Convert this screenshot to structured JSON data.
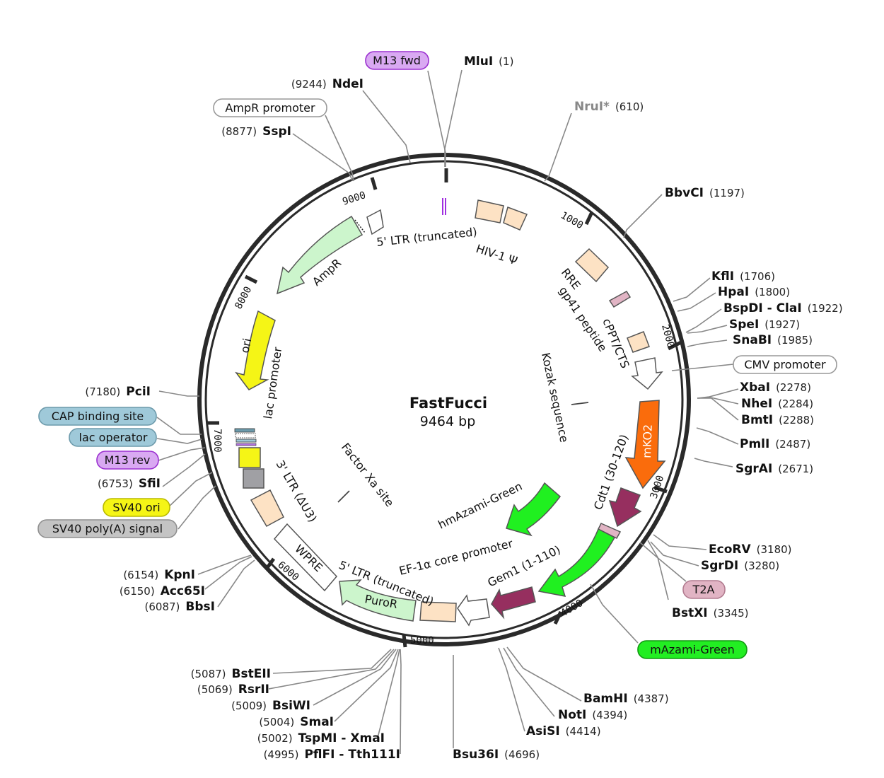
{
  "plasmid": {
    "name": "FastFucci",
    "size": "9464 bp"
  },
  "ticks": [
    "1000",
    "2000",
    "3000",
    "4000",
    "5000",
    "6000",
    "7000",
    "8000",
    "9000"
  ],
  "sites_right": [
    {
      "name": "MluI",
      "pos": "(1)"
    },
    {
      "name": "NruI*",
      "pos": "(610)"
    },
    {
      "name": "BbvCI",
      "pos": "(1197)"
    },
    {
      "name": "KflI",
      "pos": "(1706)"
    },
    {
      "name": "HpaI",
      "pos": "(1800)"
    },
    {
      "name": "BspDI - ClaI",
      "pos": "(1922)"
    },
    {
      "name": "SpeI",
      "pos": "(1927)"
    },
    {
      "name": "SnaBI",
      "pos": "(1985)"
    },
    {
      "name": "XbaI",
      "pos": "(2278)"
    },
    {
      "name": "NheI",
      "pos": "(2284)"
    },
    {
      "name": "BmtI",
      "pos": "(2288)"
    },
    {
      "name": "PmlI",
      "pos": "(2487)"
    },
    {
      "name": "SgrAI",
      "pos": "(2671)"
    },
    {
      "name": "EcoRV",
      "pos": "(3180)"
    },
    {
      "name": "SgrDI",
      "pos": "(3280)"
    },
    {
      "name": "BstXI",
      "pos": "(3345)"
    },
    {
      "name": "BamHI",
      "pos": "(4387)"
    },
    {
      "name": "NotI",
      "pos": "(4394)"
    },
    {
      "name": "AsiSI",
      "pos": "(4414)"
    },
    {
      "name": "Bsu36I",
      "pos": "(4696)"
    }
  ],
  "sites_left": [
    {
      "name": "NdeI",
      "pos": "(9244)"
    },
    {
      "name": "SspI",
      "pos": "(8877)"
    },
    {
      "name": "PciI",
      "pos": "(7180)"
    },
    {
      "name": "SfiI",
      "pos": "(6753)"
    },
    {
      "name": "KpnI",
      "pos": "(6154)"
    },
    {
      "name": "Acc65I",
      "pos": "(6150)"
    },
    {
      "name": "BbsI",
      "pos": "(6087)"
    },
    {
      "name": "BstEII",
      "pos": "(5087)"
    },
    {
      "name": "RsrII",
      "pos": "(5069)"
    },
    {
      "name": "BsiWI",
      "pos": "(5009)"
    },
    {
      "name": "SmaI",
      "pos": "(5004)"
    },
    {
      "name": "TspMI - XmaI",
      "pos": "(5002)"
    },
    {
      "name": "PflFI - Tth111I",
      "pos": "(4995)"
    }
  ],
  "boxed_labels": [
    {
      "text": "M13 fwd",
      "fill": "#d9a9f2",
      "stroke": "#9b30d0"
    },
    {
      "text": "AmpR promoter",
      "fill": "#ffffff",
      "stroke": "#999999"
    },
    {
      "text": "CMV promoter",
      "fill": "#ffffff",
      "stroke": "#999999"
    },
    {
      "text": "CAP binding site",
      "fill": "#9fc9d9",
      "stroke": "#6c9aab"
    },
    {
      "text": "lac operator",
      "fill": "#9fc9d9",
      "stroke": "#6c9aab"
    },
    {
      "text": "M13 rev",
      "fill": "#d9a9f2",
      "stroke": "#9b30d0"
    },
    {
      "text": "SV40 ori",
      "fill": "#f5f516",
      "stroke": "#b9b900"
    },
    {
      "text": "SV40 poly(A) signal",
      "fill": "#c4c4c4",
      "stroke": "#8f8f8f"
    },
    {
      "text": "T2A",
      "fill": "#e1b4c4",
      "stroke": "#b27c90"
    },
    {
      "text": "mAzami-Green",
      "fill": "#22ee22",
      "stroke": "#119911"
    }
  ],
  "feature_labels": {
    "ltr5_top": "5' LTR (truncated)",
    "hiv_psi": "HIV-1 Ψ",
    "rre": "RRE",
    "gp41": "gp41 peptide",
    "cppt": "cPPT/CTS",
    "kozak": "Kozak sequence",
    "ampr": "AmpR",
    "ori": "ori",
    "lac_promoter": "lac promoter",
    "ltr3": "3' LTR (ΔU3)",
    "wpre": "WPRE",
    "puror": "PuroR",
    "ltr5_bottom": "5' LTR (truncated)",
    "ef1a": "EF-1α core promoter",
    "gem1": "Gem1 (1-110)",
    "cdt1": "Cdt1 (30-120)",
    "mko2": "mKO2",
    "hmazami": "hmAzami-Green",
    "factor_xa": "Factor Xa site"
  },
  "colors": {
    "ring": "#2a2a2a",
    "ampr": "#ccf5cc",
    "ori": "#f5f516",
    "mko2": "#fa6c0c",
    "magenta": "#962f5f",
    "green": "#20f020",
    "ltr": "#fde2c4",
    "lines": "#888888"
  }
}
